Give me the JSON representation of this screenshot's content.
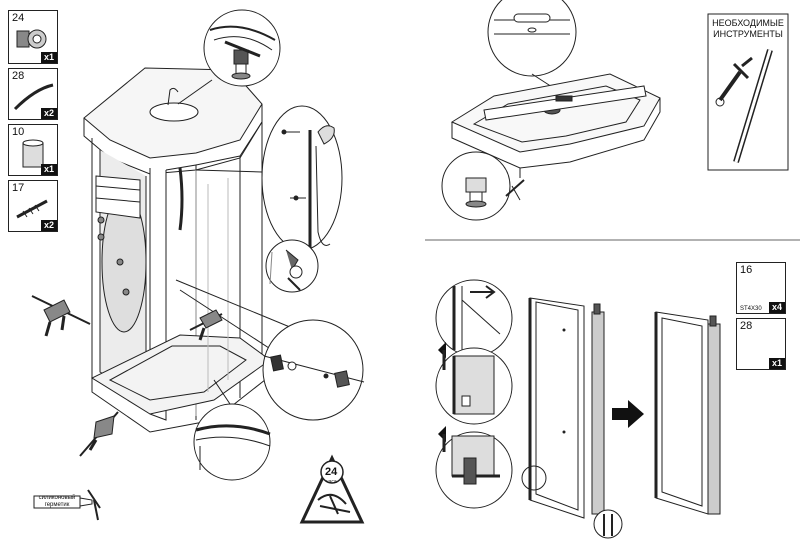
{
  "parts_left": [
    {
      "number": "24",
      "qty": "x1",
      "icon": "connector-fitting-icon"
    },
    {
      "number": "28",
      "qty": "x2",
      "icon": "seal-strip-icon"
    },
    {
      "number": "10",
      "qty": "x1",
      "icon": "pipe-sleeve-icon"
    },
    {
      "number": "17",
      "qty": "x2",
      "icon": "screw-icon"
    }
  ],
  "parts_right": [
    {
      "number": "16",
      "qty": "x4",
      "code": "ST4X30",
      "icon": "screw-icon"
    },
    {
      "number": "28",
      "qty": "x1",
      "icon": "seal-profile-icon"
    }
  ],
  "tools": {
    "title_line1": "НЕОБХОДИМЫЕ",
    "title_line2": "ИНСТРУМЕНТЫ"
  },
  "sealant": {
    "line1": "силиконовый",
    "line2": "герметик"
  },
  "warning": {
    "hours": "24",
    "unit": "часа"
  },
  "colors": {
    "line": "#222222",
    "glass": "#cfcfcf",
    "panel": "#e6e6e6",
    "dark": "#111111"
  }
}
